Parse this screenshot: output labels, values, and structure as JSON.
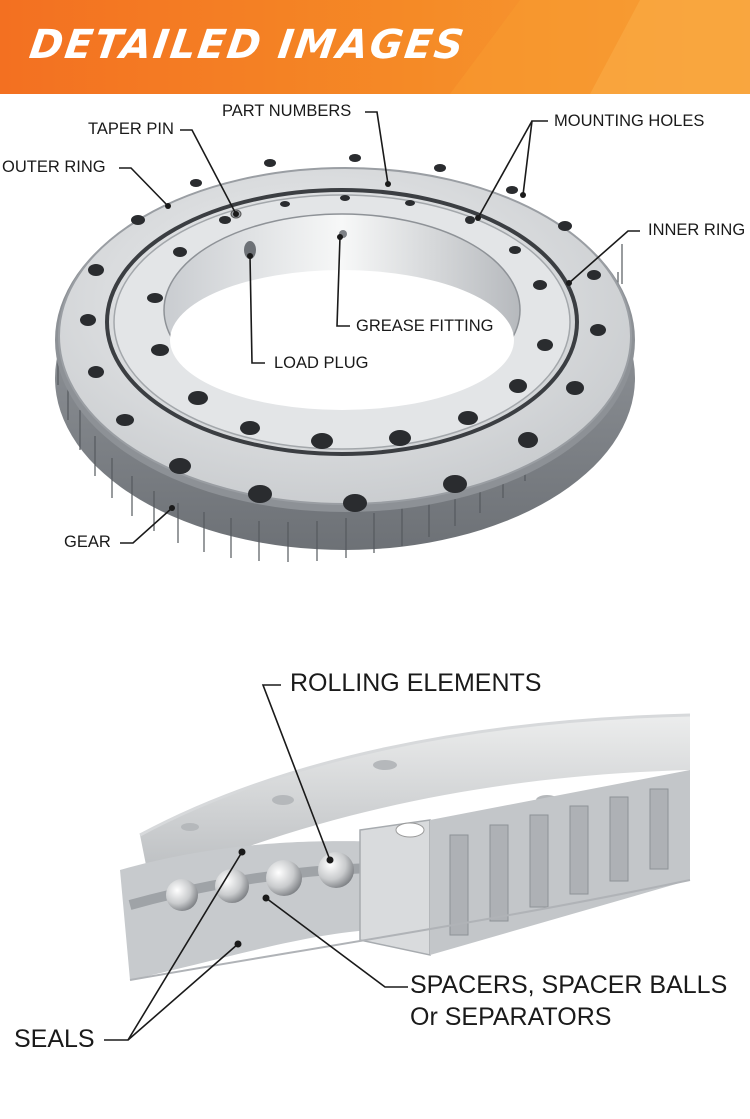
{
  "header": {
    "title": "DETAILED IMAGES"
  },
  "colors": {
    "banner": "#f37021",
    "text": "#1a1a1a",
    "metal": "#b9bcc0"
  },
  "top_labels": {
    "part_numbers": "PART NUMBERS",
    "taper_pin": "TAPER PIN",
    "mounting_holes": "MOUNTING HOLES",
    "outer_ring": "OUTER RING",
    "inner_ring": "INNER RING",
    "grease_fitting": "GREASE FITTING",
    "load_plug": "LOAD PLUG",
    "gear": "GEAR"
  },
  "bottom_labels": {
    "rolling_elements": "ROLLING ELEMENTS",
    "spacers_line1": "SPACERS, SPACER BALLS",
    "spacers_line2": "Or SEPARATORS",
    "seals": "SEALS"
  }
}
